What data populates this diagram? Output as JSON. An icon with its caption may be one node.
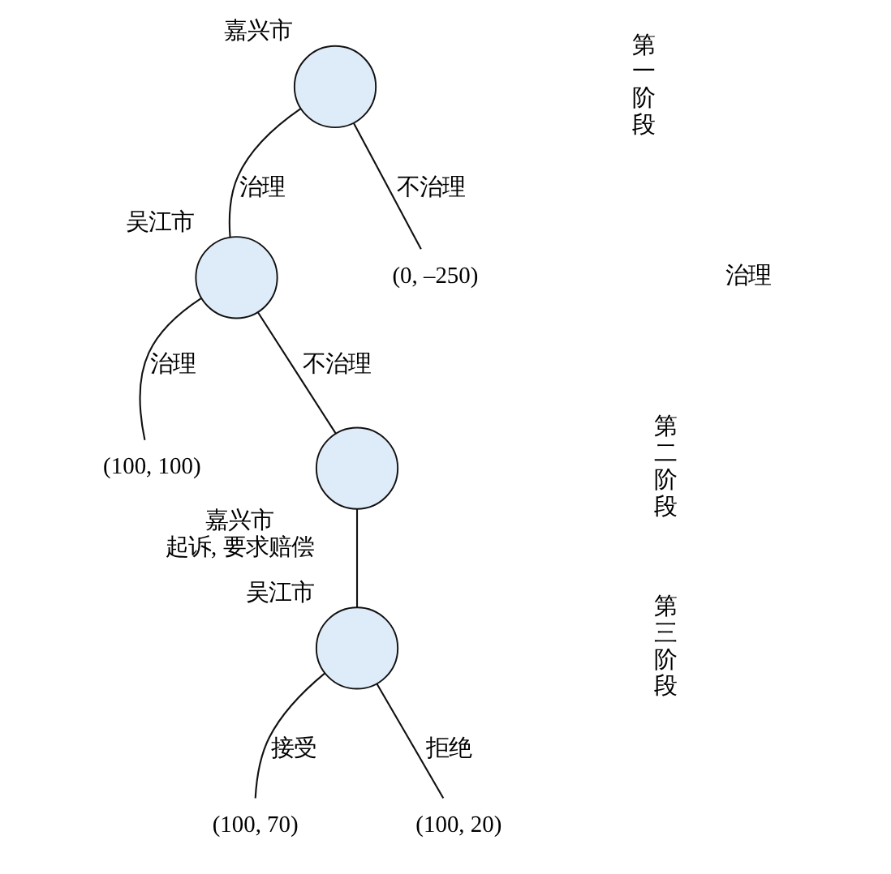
{
  "diagram": {
    "nodes": [
      {
        "text": [],
        "shape": "circle",
        "beside": [
          "嘉兴市"
        ]
      },
      {
        "text": [],
        "shape": "circle",
        "beside": [
          "吴江市"
        ]
      },
      {
        "text": [
          "(0, –250)"
        ]
      },
      {
        "text": [
          "(100, 100)"
        ]
      },
      {
        "text": [],
        "shape": "circle",
        "beside": [
          "嘉兴市",
          "起诉, 要求赔偿"
        ]
      },
      {
        "text": [],
        "shape": "circle",
        "beside": [
          "吴江市"
        ]
      },
      {
        "text": [
          "(100, 70)"
        ]
      },
      {
        "text": [
          "(100, 20)"
        ]
      }
    ],
    "edges": [
      {
        "from": 0,
        "to": 1,
        "arrow": "none",
        "label": "治理"
      },
      {
        "from": 0,
        "to": 2,
        "arrow": "none",
        "label": "不治理"
      },
      {
        "from": 1,
        "to": 3,
        "arrow": "none",
        "label": "治理"
      },
      {
        "from": 1,
        "to": 4,
        "arrow": "none",
        "label": "不治理"
      },
      {
        "from": 4,
        "to": 5,
        "arrow": "none"
      },
      {
        "from": 5,
        "to": 6,
        "arrow": "none",
        "label": "接受"
      },
      {
        "from": 5,
        "to": 7,
        "arrow": "none",
        "label": "拒绝"
      }
    ],
    "labels": [
      "第一阶段",
      "第二阶段",
      "第三阶段",
      "治理"
    ]
  }
}
